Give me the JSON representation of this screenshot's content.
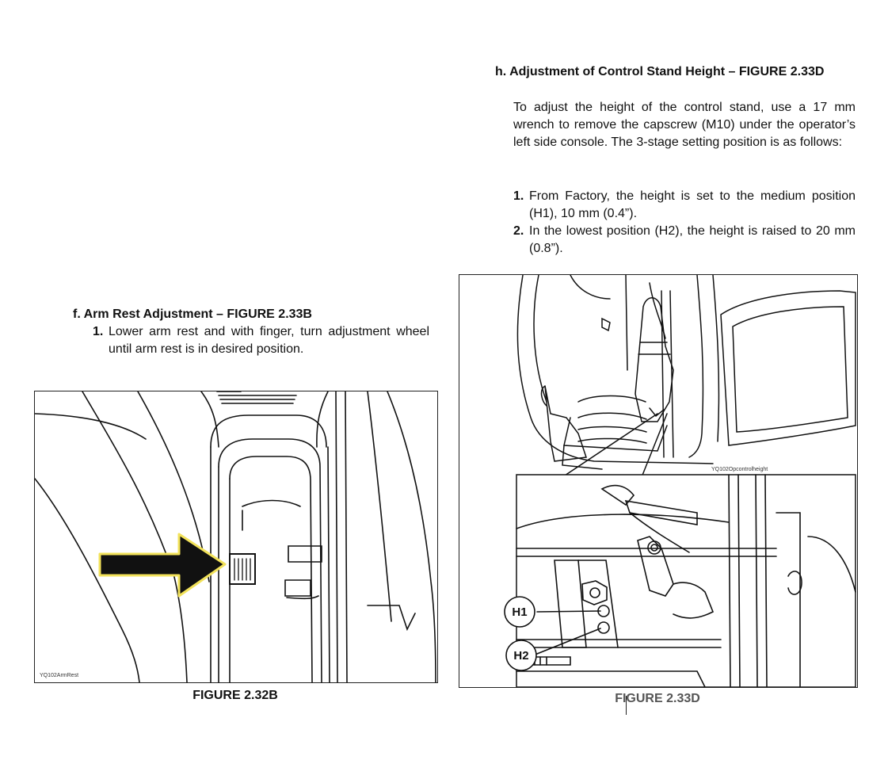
{
  "section_f": {
    "heading": "f.  Arm Rest Adjustment – FIGURE 2.33B",
    "steps": [
      {
        "num": "1.",
        "text": "Lower arm rest and with finger, turn adjustment wheel until arm rest is in desired position."
      }
    ]
  },
  "figure_armrest": {
    "code": "YQ102ArmRest",
    "caption": "FIGURE 2.32B"
  },
  "section_h": {
    "heading": "h.  Adjustment of Control Stand Height – FIGURE 2.33D",
    "intro": "To adjust the height of the control stand, use a 17 mm wrench to remove the capscrew (M10) under the operator’s left side console. The 3-stage setting position is as follows:",
    "steps": [
      {
        "num": "1.",
        "text": "From Factory, the height is set to the medium position (H1), 10 mm (0.4”)."
      },
      {
        "num": "2.",
        "text": "In the lowest position (H2), the height is raised to 20 mm (0.8”)."
      }
    ]
  },
  "figure_control": {
    "code": "YQ102Opcontrolheight",
    "callout_h1": "H1",
    "callout_h2": "H2",
    "caption": "FIGURE 2.33D"
  },
  "colors": {
    "arrow_fill": "#111111",
    "arrow_outline": "#f2e25a"
  }
}
